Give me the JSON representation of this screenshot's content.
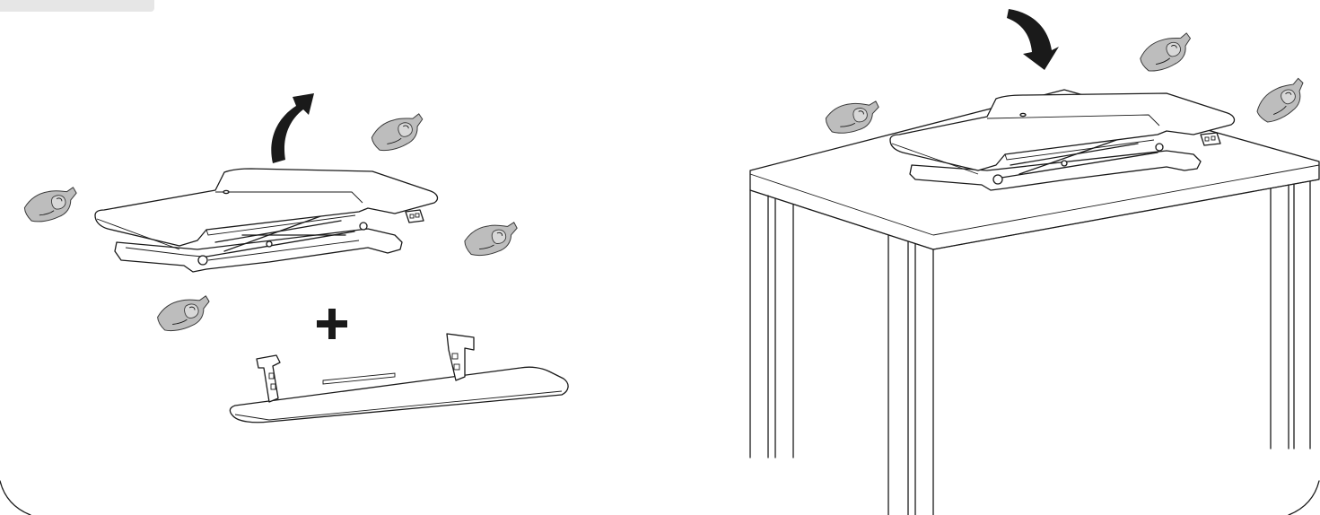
{
  "figure": {
    "steps": [
      {
        "id": "step-1",
        "arrow": "curved-arrow-up",
        "sign": "plus"
      },
      {
        "id": "step-2",
        "arrow": "curved-arrow-down"
      }
    ],
    "colors": {
      "line": "#1a1a1a",
      "hand_fill": "#bdbdbd",
      "tab": "#e6e6e6",
      "background": "#ffffff"
    },
    "icons": [
      "hand-icon",
      "curved-arrow-up-icon",
      "curved-arrow-down-icon",
      "plus-icon"
    ]
  }
}
